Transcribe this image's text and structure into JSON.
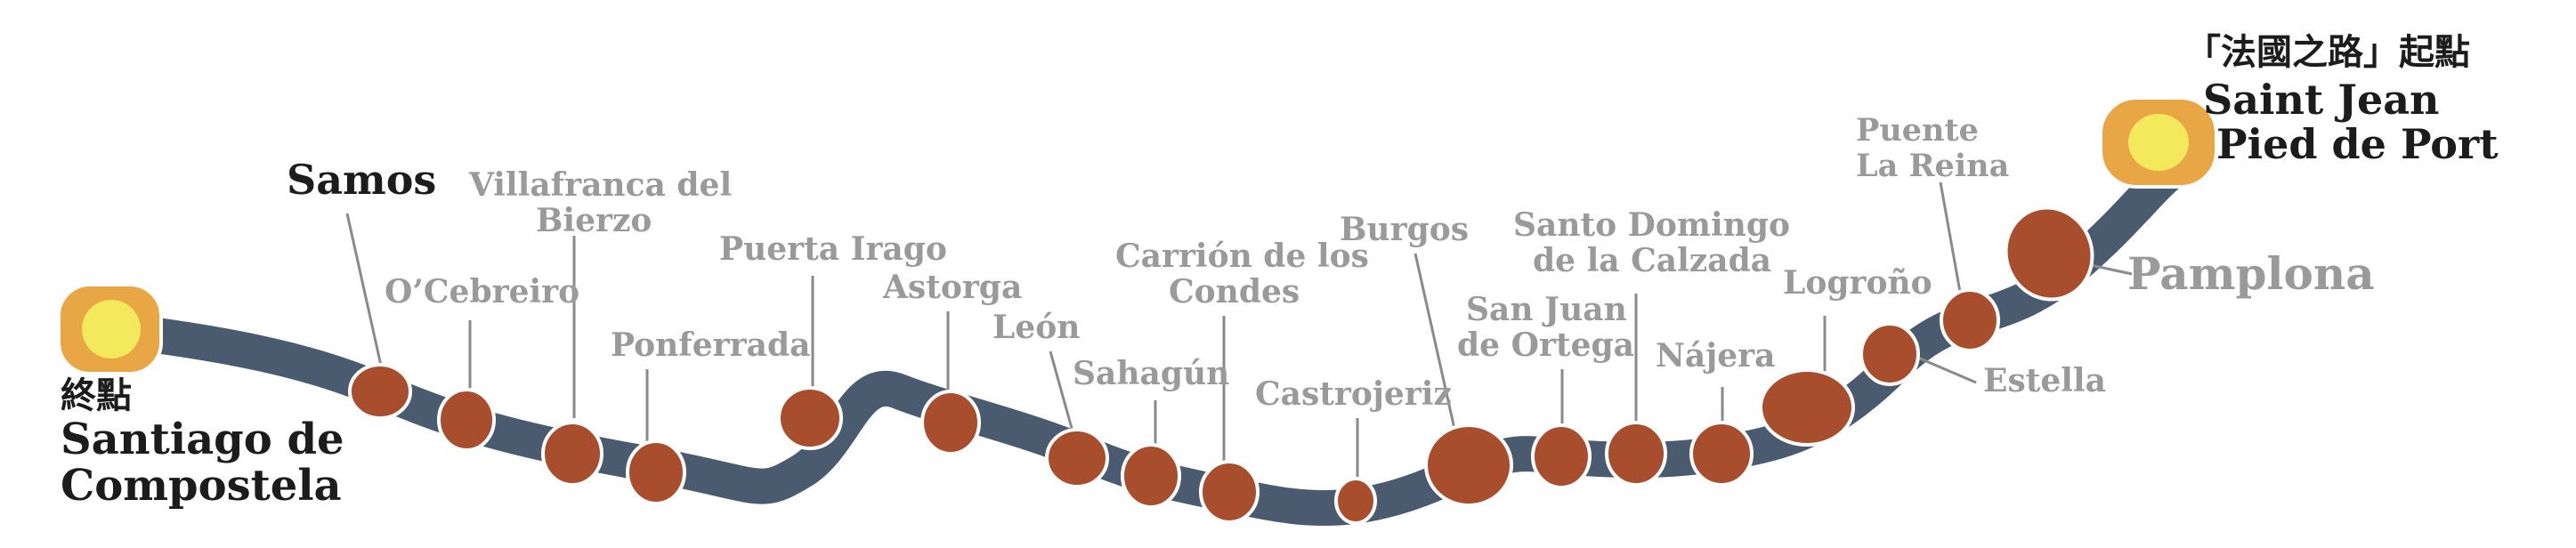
{
  "colors": {
    "route": "#4a5b6f",
    "stop_fill": "#a84e2c",
    "stop_stroke": "#ffffff",
    "terminal_outer": "#e8a644",
    "terminal_inner": "#f3e95c",
    "leader": "#8a8a8a",
    "label_gray": "#9a9a9a",
    "label_dark": "#1c1c1c"
  },
  "start": {
    "caption": "「法國之路」起點",
    "name_line1": "Saint Jean",
    "name_line2": "Pied de Port"
  },
  "end": {
    "caption": "終點",
    "name_line1": "Santiago de",
    "name_line2": "Compostela"
  },
  "stops": {
    "pamplona": "Pamplona",
    "puente_la_reina_1": "Puente",
    "puente_la_reina_2": "La Reina",
    "estella": "Estella",
    "logrono": "Logroño",
    "najera": "Nájera",
    "santo_domingo_1": "Santo Domingo",
    "santo_domingo_2": "de la Calzada",
    "san_juan_1": "San Juan",
    "san_juan_2": "de Ortega",
    "burgos": "Burgos",
    "castrojeriz": "Castrojeriz",
    "carrion_1": "Carrión de los",
    "carrion_2": "Condes",
    "sahagun": "Sahagún",
    "leon": "León",
    "astorga": "Astorga",
    "puerta_irago": "Puerta Irago",
    "ponferrada": "Ponferrada",
    "villafranca_1": "Villafranca del",
    "villafranca_2": "Bierzo",
    "ocebreiro": "O’Cebreiro",
    "samos": "Samos"
  }
}
